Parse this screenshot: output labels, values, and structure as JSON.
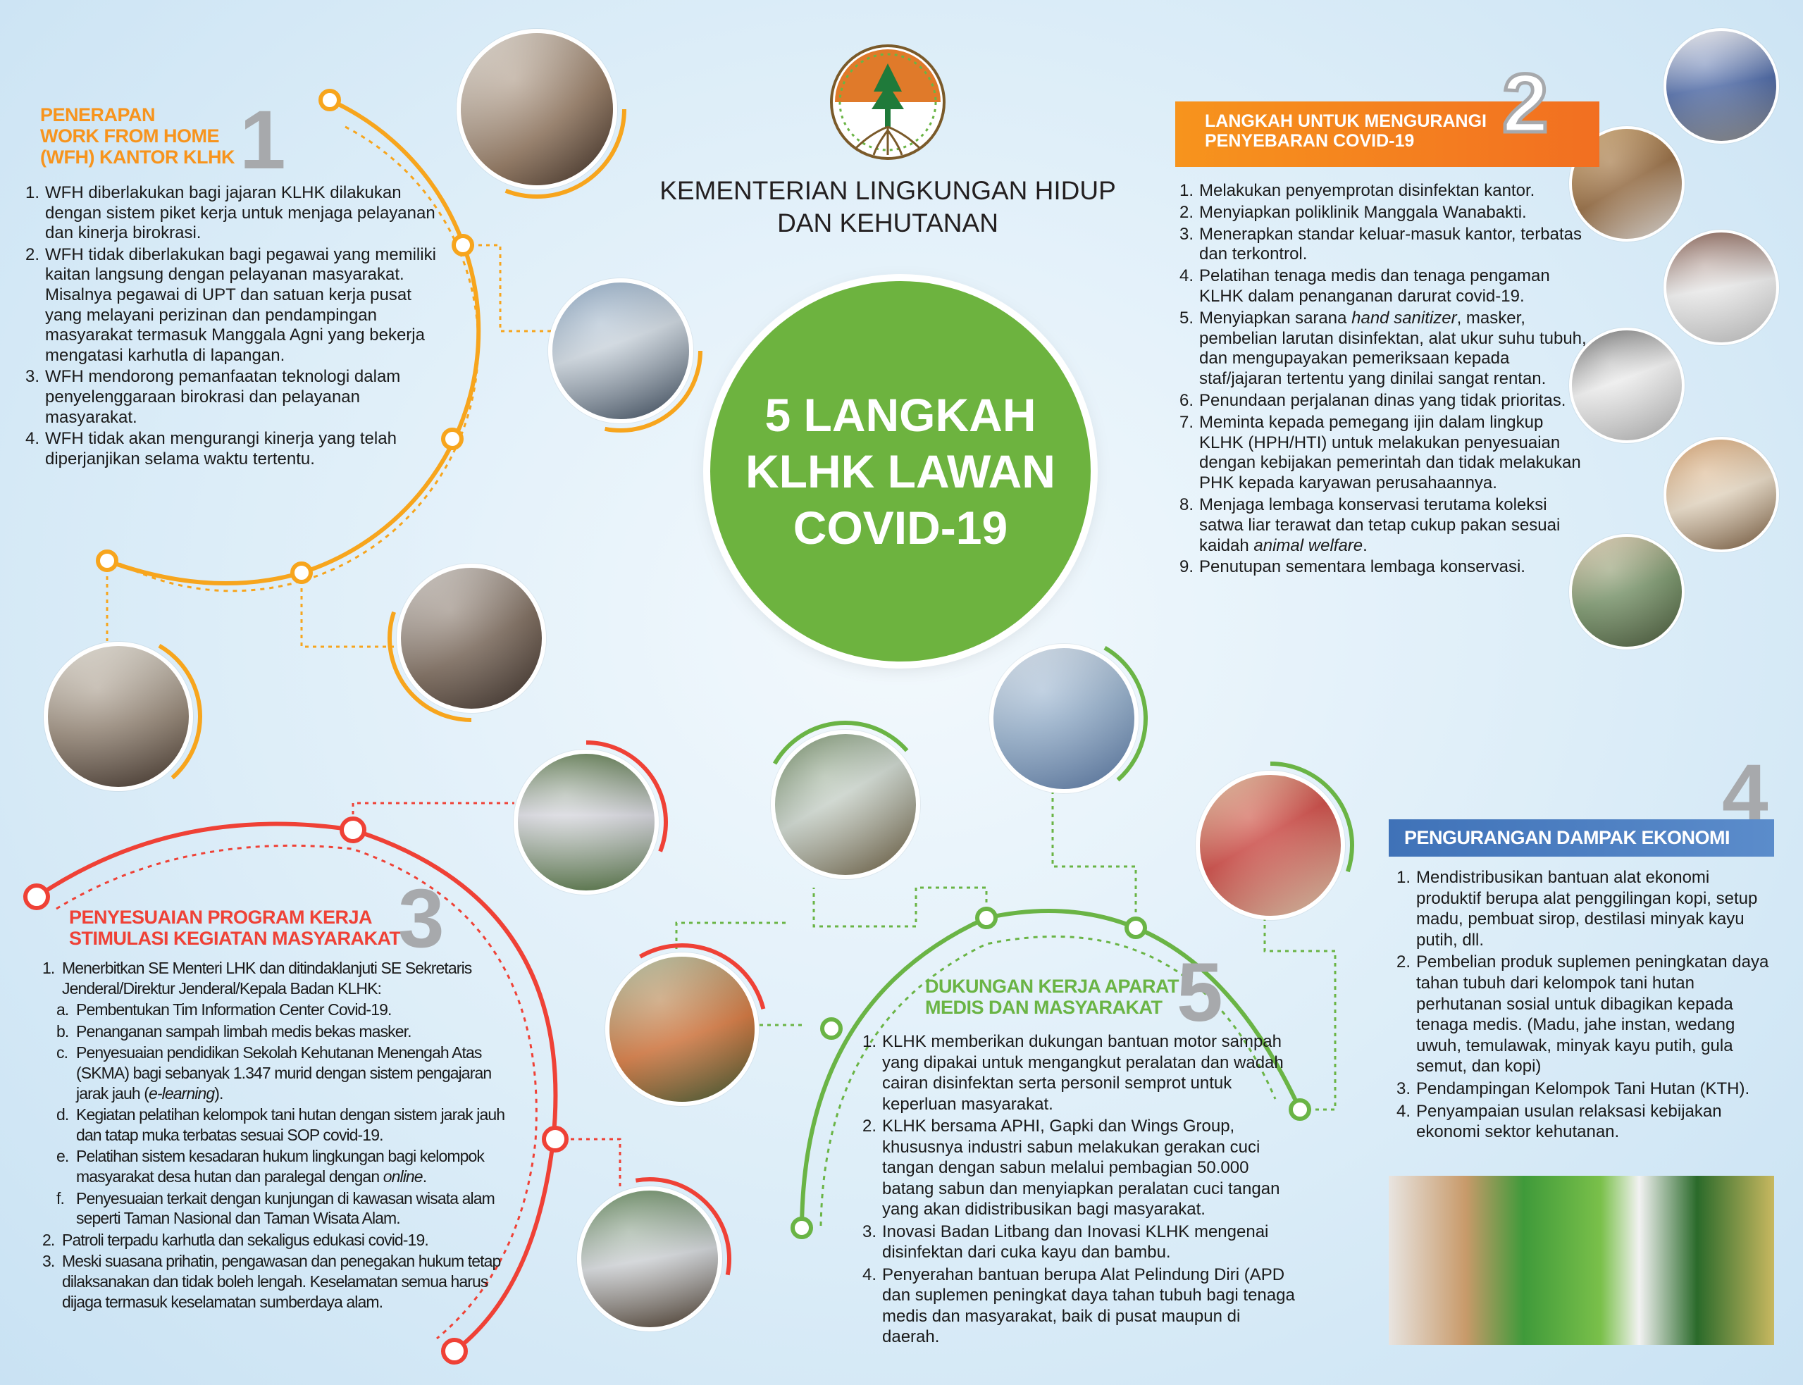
{
  "ministry": {
    "line1": "KEMENTERIAN LINGKUNGAN HIDUP",
    "line2": "DAN KEHUTANAN"
  },
  "center": {
    "line1": "5 LANGKAH",
    "line2": "KLHK LAWAN",
    "line3": "COVID-19"
  },
  "colors": {
    "orange": "#f7941d",
    "red": "#ef4136",
    "green": "#6ab445",
    "blue": "#4a7cc1",
    "gray": "#a7a9ac",
    "center_green": "#6db33f"
  },
  "s1": {
    "number": "1",
    "title": [
      "PENERAPAN",
      "WORK FROM HOME",
      "(WFH) KANTOR KLHK"
    ],
    "items": [
      {
        "n": "1.",
        "t": [
          "WFH diberlakukan bagi jajaran KLHK dilakukan dengan sistem piket kerja untuk menjaga pelayanan dan kinerja birokrasi."
        ]
      },
      {
        "n": "2.",
        "t": [
          "WFH tidak diberlakukan bagi pegawai yang memiliki kaitan langsung dengan pelayanan masyarakat. Misalnya  pegawai di UPT dan satuan kerja pusat yang melayani  perizinan dan pendampingan masyarakat termasuk Manggala Agni yang bekerja mengatasi karhutla di lapangan."
        ]
      },
      {
        "n": "3.",
        "t": [
          "WFH mendorong pemanfaatan teknologi dalam penyelenggaraan birokrasi dan pelayanan masyarakat."
        ]
      },
      {
        "n": "4.",
        "t": [
          "WFH tidak akan mengurangi kinerja yang telah diperjanjikan selama waktu tertentu."
        ]
      }
    ]
  },
  "s2": {
    "number": "2",
    "title": [
      "LANGKAH UNTUK MENGURANGI",
      "PENYEBARAN COVID-19"
    ],
    "items": [
      {
        "n": "1.",
        "t": [
          "Melakukan penyemprotan disinfektan kantor."
        ]
      },
      {
        "n": "2.",
        "t": [
          "Menyiapkan poliklinik Manggala Wanabakti."
        ]
      },
      {
        "n": "3.",
        "t": [
          "Menerapkan standar  keluar-masuk kantor, terbatas dan terkontrol."
        ]
      },
      {
        "n": "4.",
        "t": [
          "Pelatihan tenaga medis dan tenaga pengaman KLHK dalam penanganan darurat covid-19."
        ]
      },
      {
        "n": "5.",
        "t": [
          "Menyiapkan sarana ",
          {
            "i": "hand sanitizer"
          },
          ", masker, pembelian larutan disinfektan, alat ukur suhu tubuh, dan mengupayakan pemeriksaan kepada staf/jajaran tertentu yang dinilai sangat rentan."
        ]
      },
      {
        "n": "6.",
        "t": [
          "Penundaan perjalanan dinas yang tidak prioritas."
        ]
      },
      {
        "n": "7.",
        "t": [
          "Meminta kepada pemegang ijin dalam lingkup KLHK (HPH/HTI) untuk melakukan penyesuaian dengan kebijakan pemerintah dan tidak melakukan PHK kepada karyawan perusahaannya."
        ]
      },
      {
        "n": "8.",
        "t": [
          "Menjaga lembaga konservasi terutama koleksi satwa liar  terawat dan tetap cukup pakan sesuai kaidah ",
          {
            "i": "animal welfare"
          },
          "."
        ]
      },
      {
        "n": "9.",
        "t": [
          "Penutupan sementara lembaga konservasi."
        ]
      }
    ]
  },
  "s3": {
    "number": "3",
    "title": [
      "PENYESUAIAN PROGRAM KERJA",
      "STIMULASI KEGIATAN MASYARAKAT"
    ],
    "items": [
      {
        "n": "1.",
        "t": [
          "Menerbitkan SE Menteri LHK dan ditindaklanjuti SE Sekretaris Jenderal/Direktur Jenderal/Kepala Badan KLHK:"
        ]
      },
      {
        "n": "a.",
        "sub": true,
        "t": [
          "Pembentukan Tim Information Center Covid-19."
        ]
      },
      {
        "n": "b.",
        "sub": true,
        "t": [
          "Penanganan sampah limbah medis bekas masker."
        ]
      },
      {
        "n": "c.",
        "sub": true,
        "t": [
          "Penyesuaian pendidikan Sekolah Kehutanan Menengah Atas (SKMA) bagi  sebanyak 1.347 murid dengan sistem pengajaran jarak jauh (",
          {
            "i": "e-learning"
          },
          ")."
        ]
      },
      {
        "n": "d.",
        "sub": true,
        "t": [
          "Kegiatan pelatihan kelompok tani hutan dengan sistem jarak jauh dan tatap muka terbatas sesuai SOP covid-19."
        ]
      },
      {
        "n": "e.",
        "sub": true,
        "t": [
          "Pelatihan sistem kesadaran hukum lingkungan bagi kelompok masyarakat desa hutan dan paralegal dengan ",
          {
            "i": "online"
          },
          "."
        ]
      },
      {
        "n": "f.",
        "sub": true,
        "t": [
          "Penyesuaian terkait dengan kunjungan di kawasan wisata alam seperti Taman Nasional dan Taman Wisata Alam."
        ]
      },
      {
        "n": "2.",
        "t": [
          "Patroli terpadu karhutla dan sekaligus edukasi covid-19."
        ]
      },
      {
        "n": "3.",
        "t": [
          "Meski suasana prihatin, pengawasan dan penegakan hukum tetap dilaksanakan dan tidak boleh lengah. Keselamatan semua harus dijaga termasuk keselamatan sumberdaya alam."
        ]
      }
    ]
  },
  "s4": {
    "number": "4",
    "title": "PENGURANGAN DAMPAK EKONOMI",
    "items": [
      {
        "n": "1.",
        "t": [
          "Mendistribusikan bantuan alat ekonomi produktif berupa alat penggilingan kopi, setup madu, pembuat sirop, destilasi minyak kayu putih, dll."
        ]
      },
      {
        "n": "2.",
        "t": [
          "Pembelian produk suplemen peningkatan daya tahan tubuh dari kelompok tani hutan perhutanan sosial untuk dibagikan kepada tenaga medis. (Madu, jahe instan, wedang uwuh, temulawak, minyak kayu putih, gula semut, dan kopi)"
        ]
      },
      {
        "n": "3.",
        "t": [
          "Pendampingan Kelompok Tani Hutan (KTH)."
        ]
      },
      {
        "n": "4.",
        "t": [
          "Penyampaian usulan relaksasi kebijakan ekonomi sektor kehutanan."
        ]
      }
    ]
  },
  "s5": {
    "number": "5",
    "title": [
      "DUKUNGAN KERJA APARAT",
      "MEDIS DAN MASYARAKAT"
    ],
    "items": [
      {
        "n": "1.",
        "t": [
          "KLHK memberikan dukungan bantuan motor sampah yang dipakai untuk mengangkut peralatan dan wadah cairan disinfektan serta personil semprot untuk keperluan masyarakat."
        ]
      },
      {
        "n": "2.",
        "t": [
          "KLHK bersama APHI, Gapki dan Wings Group, khususnya industri sabun melakukan gerakan cuci tangan dengan sabun melalui pembagian 50.000 batang sabun dan menyiapkan peralatan cuci tangan yang akan didistribusikan bagi masyarakat."
        ]
      },
      {
        "n": "3.",
        "t": [
          "Inovasi Badan Litbang dan Inovasi KLHK mengenai disinfektan dari cuka kayu dan bambu."
        ]
      },
      {
        "n": "4.",
        "t": [
          "Penyerahan bantuan berupa Alat Pelindung Diri (APD dan suplemen peningkat daya tahan tubuh bagi tenaga medis dan masyarakat, baik di pusat maupun di daerah."
        ]
      }
    ]
  }
}
